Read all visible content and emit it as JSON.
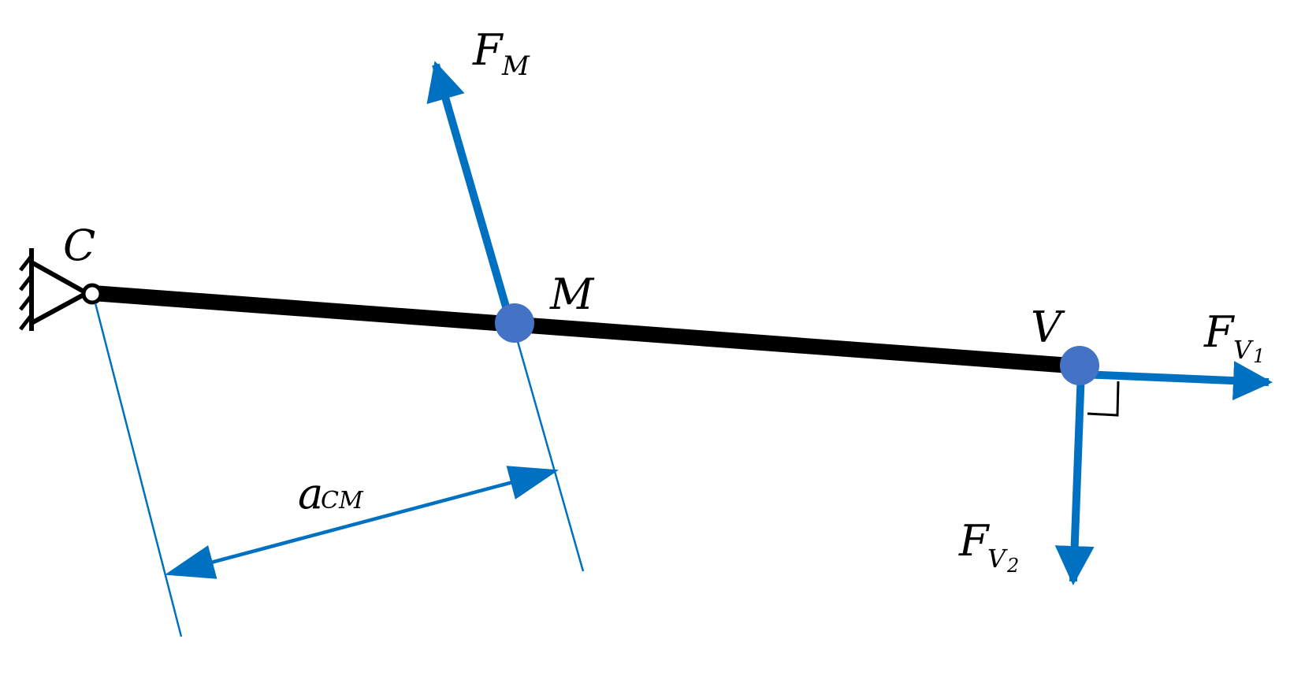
{
  "colors": {
    "beam": "#000000",
    "force": "#0070c0",
    "node": "#4472c4",
    "dimension": "#0070c0"
  },
  "labels": {
    "C": "C",
    "M": "M",
    "V": "V",
    "F_M_main": "F",
    "F_M_sub": "M",
    "F_V1_main": "F",
    "F_V1_sub": "V",
    "F_V1_subsub": "1",
    "F_V2_main": "F",
    "F_V2_sub": "V",
    "F_V2_subsub": "2",
    "a_CM_main": "a",
    "a_CM_sub": "CM"
  },
  "icons": {
    "support": "pin-support-icon"
  }
}
